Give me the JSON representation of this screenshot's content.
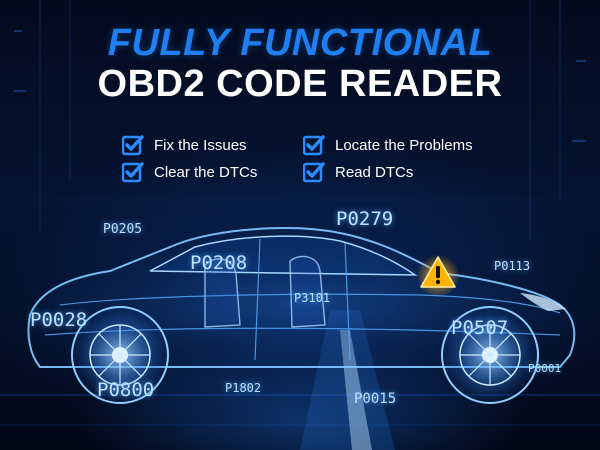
{
  "headline": {
    "line1": "FULLY FUNCTIONAL",
    "line2": "OBD2 CODE READER"
  },
  "features": [
    {
      "label": "Fix the Issues",
      "icon": "checkbox-checked-icon"
    },
    {
      "label": "Locate the Problems",
      "icon": "checkbox-checked-icon"
    },
    {
      "label": "Clear the DTCs",
      "icon": "checkbox-checked-icon"
    },
    {
      "label": "Read DTCs",
      "icon": "checkbox-checked-icon"
    }
  ],
  "codes": [
    {
      "text": "P0205"
    },
    {
      "text": "P0279"
    },
    {
      "text": "P0208"
    },
    {
      "text": "P0113"
    },
    {
      "text": "P3101"
    },
    {
      "text": "P0028"
    },
    {
      "text": "P0507"
    },
    {
      "text": "P0001"
    },
    {
      "text": "P0800"
    },
    {
      "text": "P1802"
    },
    {
      "text": "P0015"
    }
  ],
  "warning": {
    "icon": "warning-triangle-icon",
    "color": "#ffb400"
  },
  "colors": {
    "accent": "#1f7ff0",
    "checkbox": "#2a8cff",
    "background": "#030b1f",
    "glow": "#3aa0ff"
  }
}
